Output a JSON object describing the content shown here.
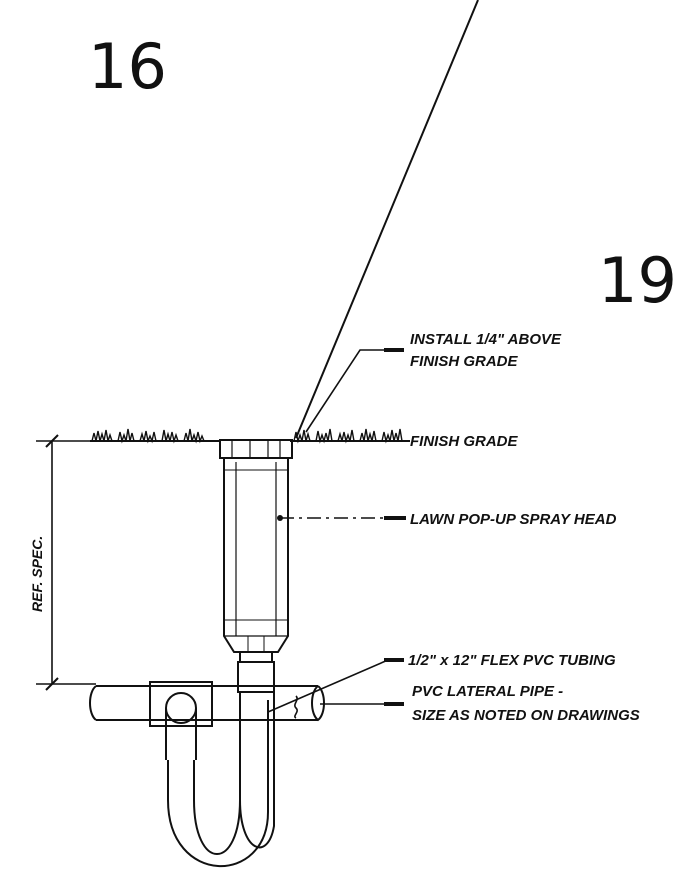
{
  "detail_numbers": {
    "upper_left": "16",
    "upper_right": "19"
  },
  "callouts": {
    "install_line1": "INSTALL 1/4\" ABOVE",
    "install_line2": "FINISH GRADE",
    "finish_grade": "FINISH GRADE",
    "spray_head": "LAWN POP-UP SPRAY HEAD",
    "flex_tubing": "1/2\" x 12\" FLEX PVC TUBING",
    "lateral_line1": "PVC LATERAL PIPE -",
    "lateral_line2": "SIZE AS NOTED ON DRAWINGS"
  },
  "dimension": {
    "label": "REF. SPEC."
  },
  "colors": {
    "ink": "#111111",
    "paper": "#ffffff"
  }
}
